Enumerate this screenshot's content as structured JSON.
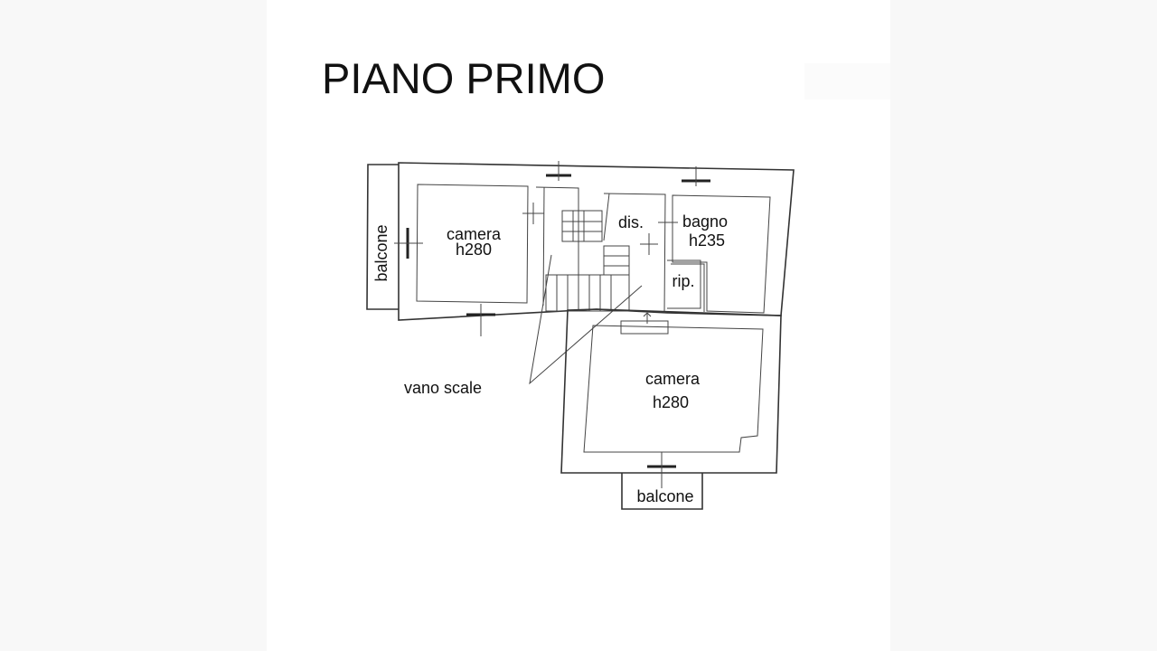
{
  "plan": {
    "title": "PIANO PRIMO",
    "rooms": {
      "camera_top": {
        "name": "camera",
        "height": "h280"
      },
      "dis": {
        "name": "dis."
      },
      "bagno": {
        "name": "bagno",
        "height": "h235"
      },
      "rip": {
        "name": "rip."
      },
      "camera_bottom": {
        "name": "camera",
        "height": "h280"
      }
    },
    "balcone_left": "balcone",
    "balcone_bottom": "balcone",
    "vano_scale": "vano scale"
  }
}
